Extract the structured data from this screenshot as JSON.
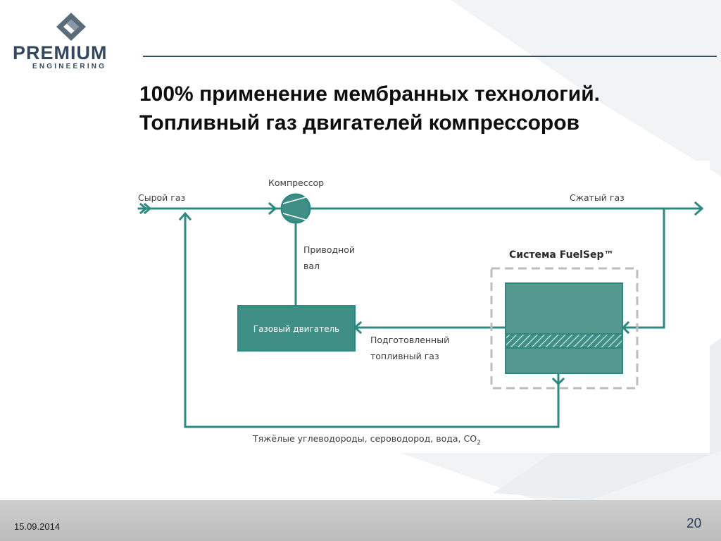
{
  "logo": {
    "name": "PREMIUM",
    "subtitle": "ENGINEERING"
  },
  "slide": {
    "title_line1": "100% применение мембранных технологий.",
    "title_line2": "Топливный газ двигателей компрессоров"
  },
  "diagram": {
    "raw_gas": "Сырой газ",
    "compressor": "Компрессор",
    "compressed_gas": "Сжатый газ",
    "drive_shaft_line1": "Приводной",
    "drive_shaft_line2": "вал",
    "system_title": "Система FuelSep™",
    "gas_engine": "Газовый двигатель",
    "fuel_gas_line1": "Подготовленный",
    "fuel_gas_line2": "топливный газ",
    "heavy_hc": "Тяжёлые углеводороды, сероводород, вода, CO",
    "heavy_hc_subscript": "2"
  },
  "footer": {
    "date": "15.09.2014",
    "page": "20"
  },
  "colors": {
    "teal": "#2e8a80",
    "teal_fill": "#3f8f86",
    "membrane_fill": "#55988f",
    "navy": "#34495e",
    "footer_bg": "#c6c6c6"
  }
}
